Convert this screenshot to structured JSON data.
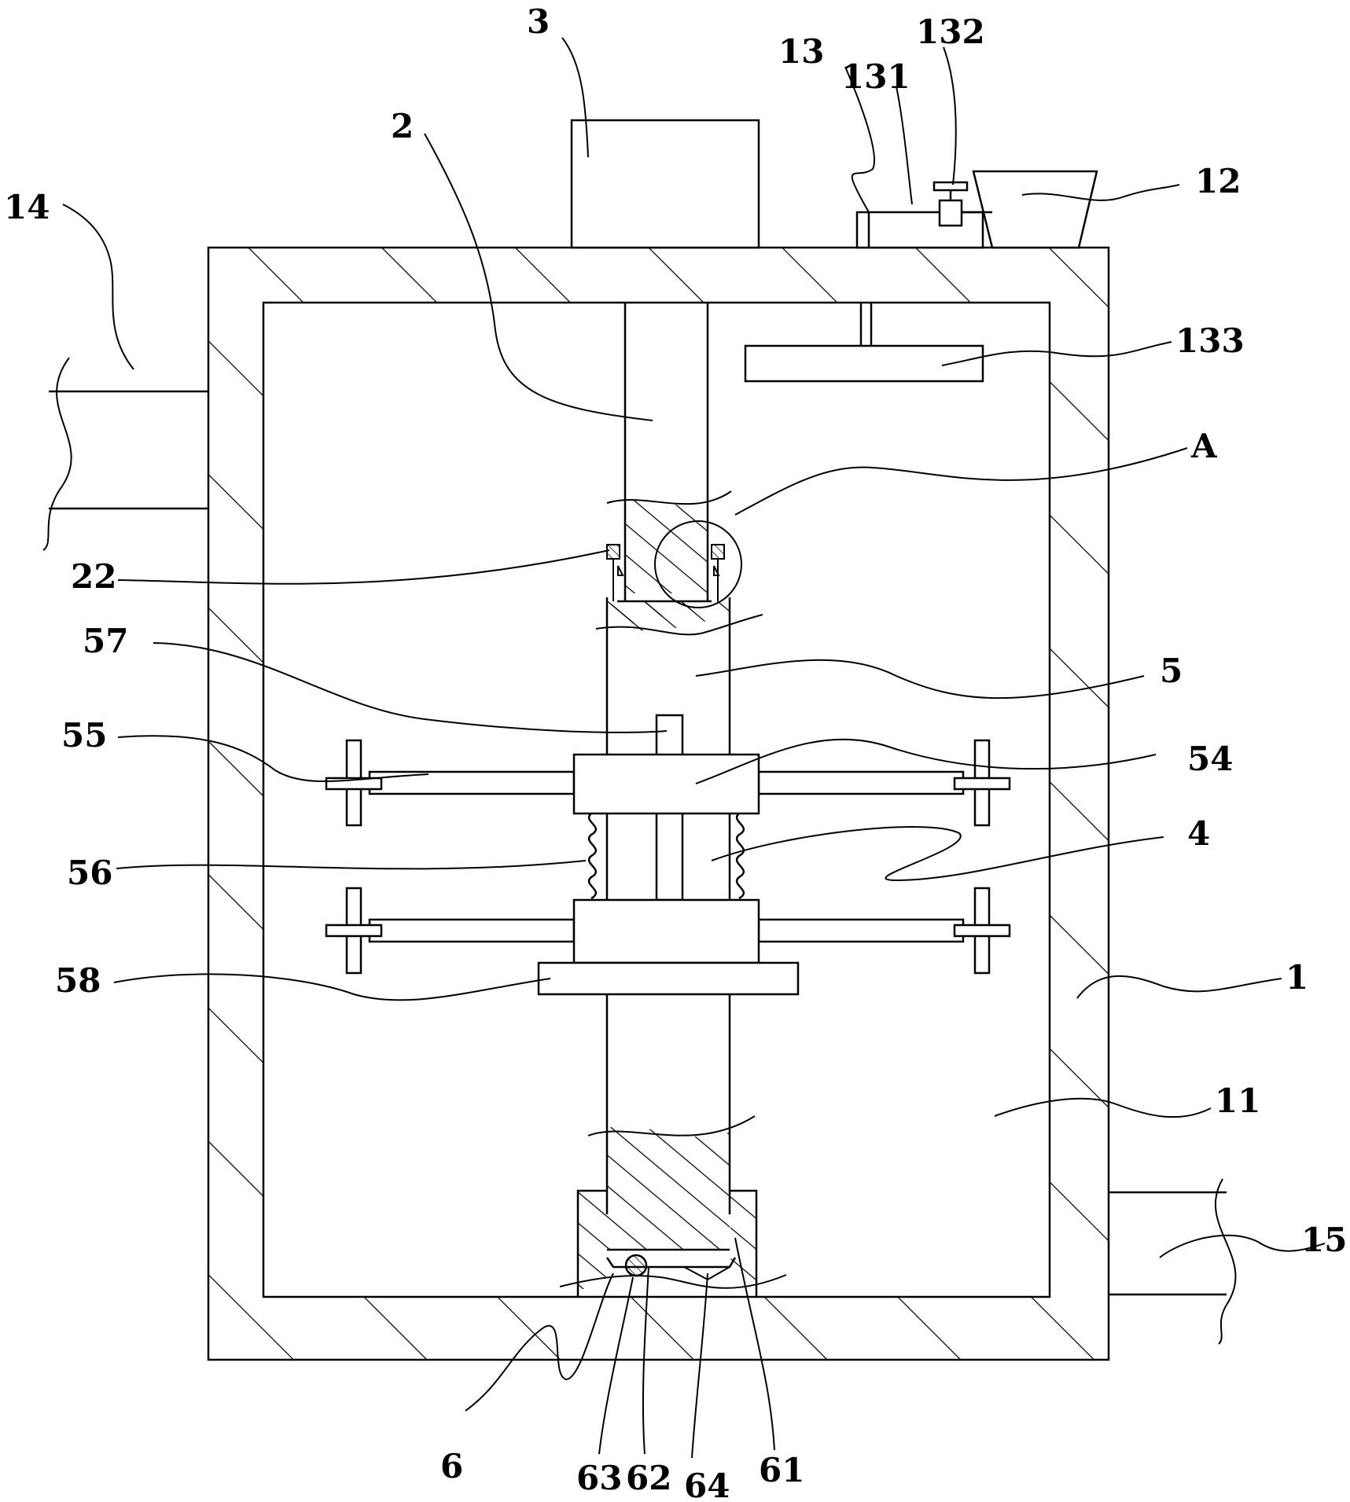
{
  "labels": {
    "l1": "1",
    "l2": "2",
    "l3": "3",
    "l4": "4",
    "l5": "5",
    "l6": "6",
    "l11": "11",
    "l12": "12",
    "l13": "13",
    "l14": "14",
    "l15": "15",
    "l22": "22",
    "l54": "54",
    "l55": "55",
    "l56": "56",
    "l57": "57",
    "l58": "58",
    "l61": "61",
    "l62": "62",
    "l63": "63",
    "l64": "64",
    "l131": "131",
    "l132": "132",
    "l133": "133",
    "lA": "A"
  }
}
